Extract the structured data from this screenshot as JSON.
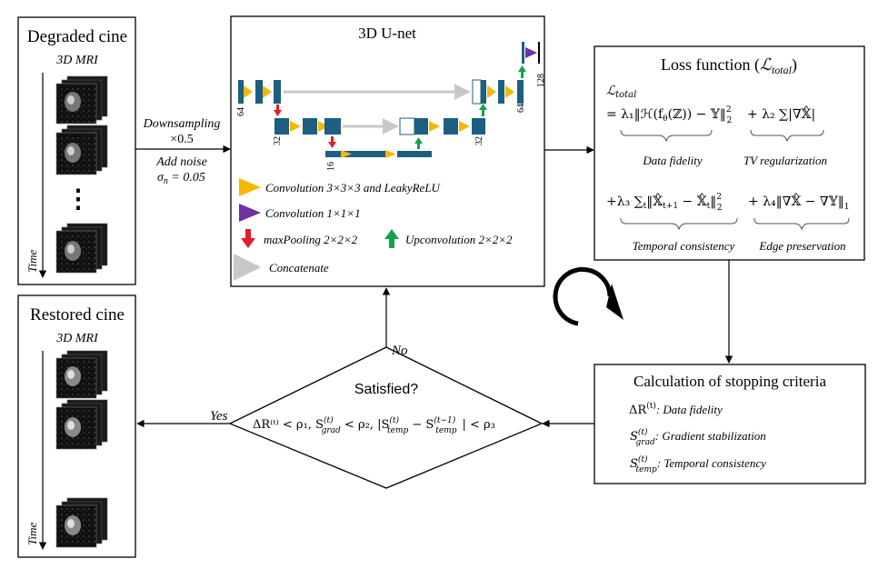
{
  "colors": {
    "block": "#1d5f80",
    "conv": "#f5b800",
    "conv1": "#7030a0",
    "pool": "#e31e24",
    "upconv": "#14a24a",
    "concat": "#c8c8c8",
    "line": "#000000"
  },
  "degraded": {
    "title": "Degraded cine",
    "subtitle": "3D MRI",
    "dots": "⋮",
    "time": "Time"
  },
  "restored": {
    "title": "Restored cine",
    "subtitle": "3D MRI",
    "time": "Time"
  },
  "preprocess": {
    "line1": "Downsampling",
    "line2": "×0.5",
    "line3": "Add noise",
    "line4": "σ",
    "line4_sub": "n",
    "line4_val": " = 0.05"
  },
  "unet": {
    "title": "3D U-net",
    "channels": [
      "64",
      "32",
      "16",
      "32",
      "64",
      "128"
    ],
    "legend": {
      "conv": "Convolution 3×3×3 and LeakyReLU",
      "conv1": "Convolution 1×1×1",
      "pool": "maxPooling 2×2×2",
      "up": "Upconvolution 2×2×2",
      "concat": "Concatenate"
    }
  },
  "loss": {
    "title": "Loss function (",
    "title_sym": "ℒ",
    "title_sub": "total",
    "title_end": ")",
    "lhs": "ℒ",
    "lhs_sub": "total",
    "eq1": "= λ₁‖ℋ(f",
    "eq1_theta": "θ",
    "eq1_rest": "(ℤ)) − 𝕐‖",
    "eq1_sup": "2",
    "eq1_sub": "2",
    "eq1_tv": "+ λ₂ ∑|∇𝕏̂|",
    "label_fid": "Data fidelity",
    "label_tv": "TV regularization",
    "eq2_a": "+λ₃ ∑",
    "eq2_t": "t",
    "eq2_b": "‖𝕏̂",
    "eq2_t1": "t+1",
    "eq2_c": " − 𝕏̂",
    "eq2_t2": "t",
    "eq2_d": "‖",
    "eq2_sup": "2",
    "eq2_sub": "2",
    "eq2_e": "+ λ₄‖∇𝕏̂ − ∇𝕐‖",
    "eq2_e_sub": "1",
    "label_temp": "Temporal consistency",
    "label_edge": "Edge preservation"
  },
  "stopping": {
    "title": "Calculation of stopping criteria",
    "r1_sym": "ΔR",
    "r1_sup": "(t)",
    "r1_label": ": Data fidelity",
    "r2_sym": "S",
    "r2_sup": "(t)",
    "r2_sub": "grad",
    "r2_label": ": Gradient stabilization",
    "r3_sym": "S",
    "r3_sup": "(t)",
    "r3_sub": "temp",
    "r3_label": ": Temporal consistency"
  },
  "decision": {
    "title": "Satisfied?",
    "cond": "ΔR⁽ᵗ⁾ < ρ₁, S",
    "cond_grad_sup": "(t)",
    "cond_grad_sub": "grad",
    "cond_b": " < ρ₂, |S",
    "cond_temp_sup": "(t)",
    "cond_temp_sub": "temp",
    "cond_c": " − S",
    "cond_temp2_sup": "(t−1)",
    "cond_temp2_sub": "temp",
    "cond_d": "| < ρ₃",
    "yes": "Yes",
    "no": "No"
  }
}
